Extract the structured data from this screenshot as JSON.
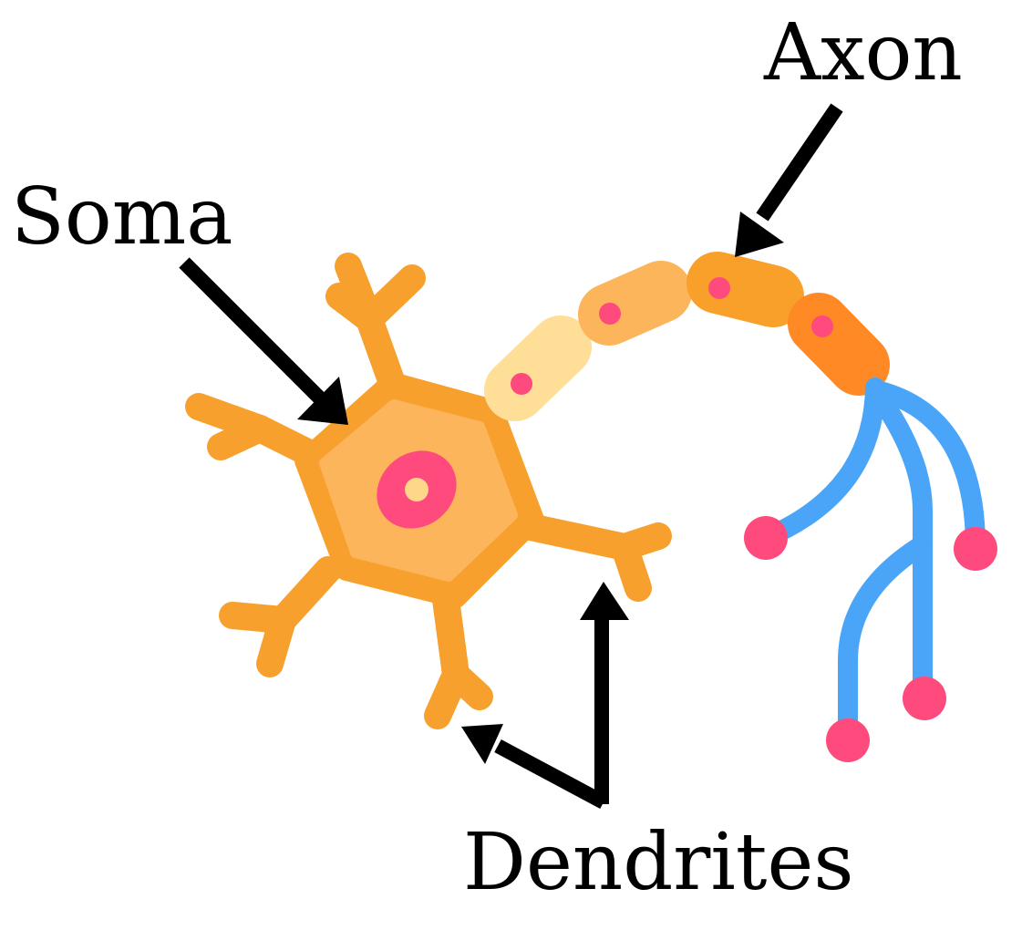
{
  "labels": {
    "soma": "Soma",
    "axon": "Axon",
    "dendrites": "Dendrites"
  },
  "colors": {
    "soma_outer": "#F7A02E",
    "soma_inner": "#FDB55C",
    "nucleus": "#FF4A7D",
    "nucleolus": "#FFD78A",
    "dendrite": "#F7A02E",
    "myelin_1": "#FFDE98",
    "myelin_2": "#FDB55C",
    "myelin_3": "#F9A02B",
    "myelin_4": "#FF8A25",
    "node_dot": "#FF4A7D",
    "axon_terminal": "#4AA5F8",
    "terminal_bulb": "#FF4A7D",
    "arrow": "#000000"
  },
  "icons": [
    "neuron-illustration"
  ]
}
